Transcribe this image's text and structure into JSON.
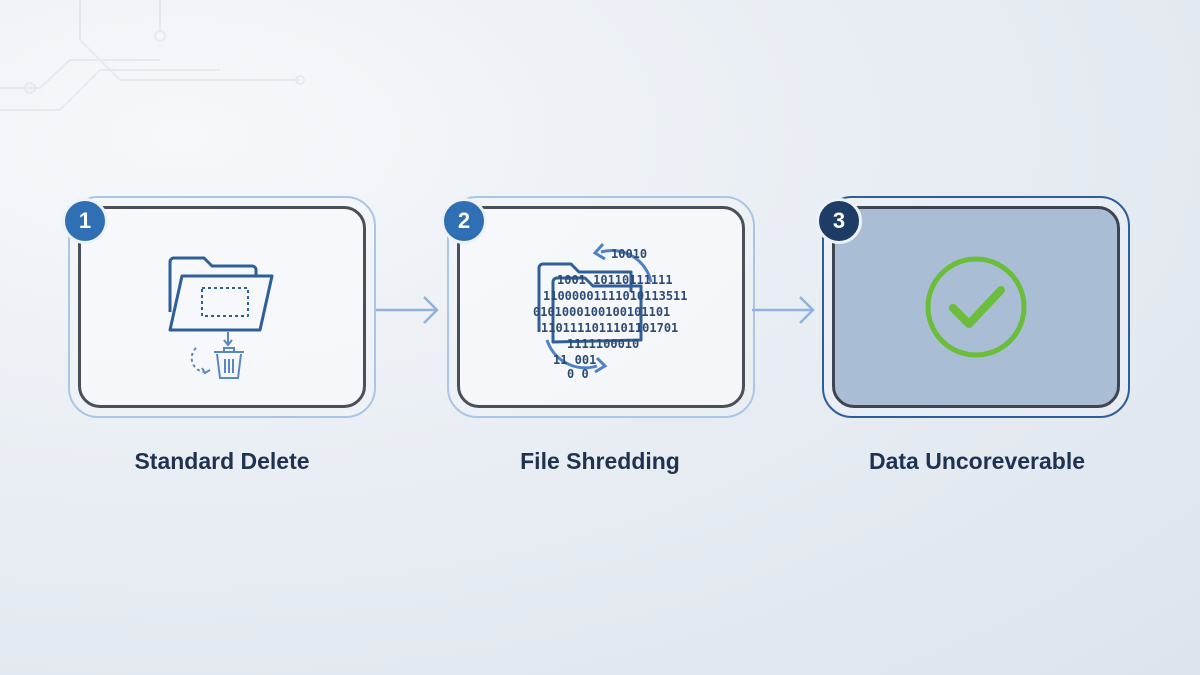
{
  "colors": {
    "accent_blue": "#2f6fb3",
    "badge_dark": "#1d3d66",
    "line_blue": "#8fb3dd",
    "check_green": "#6bbd3a",
    "label_navy": "#1f3350"
  },
  "steps": [
    {
      "number": "1",
      "label": "Standard Delete",
      "icon": "folder-to-trash-icon"
    },
    {
      "number": "2",
      "label": "File Shredding",
      "icon": "folder-shredding-binary-icon",
      "binary_lines": [
        "10010",
        "1001 10110111111",
        "11000001111010113511",
        "0101000100100101101",
        "1101111011101101701",
        "1111100010",
        "11 001",
        "0 0"
      ]
    },
    {
      "number": "3",
      "label": "Data Uncoreverable",
      "icon": "checkmark-circle-icon"
    }
  ]
}
